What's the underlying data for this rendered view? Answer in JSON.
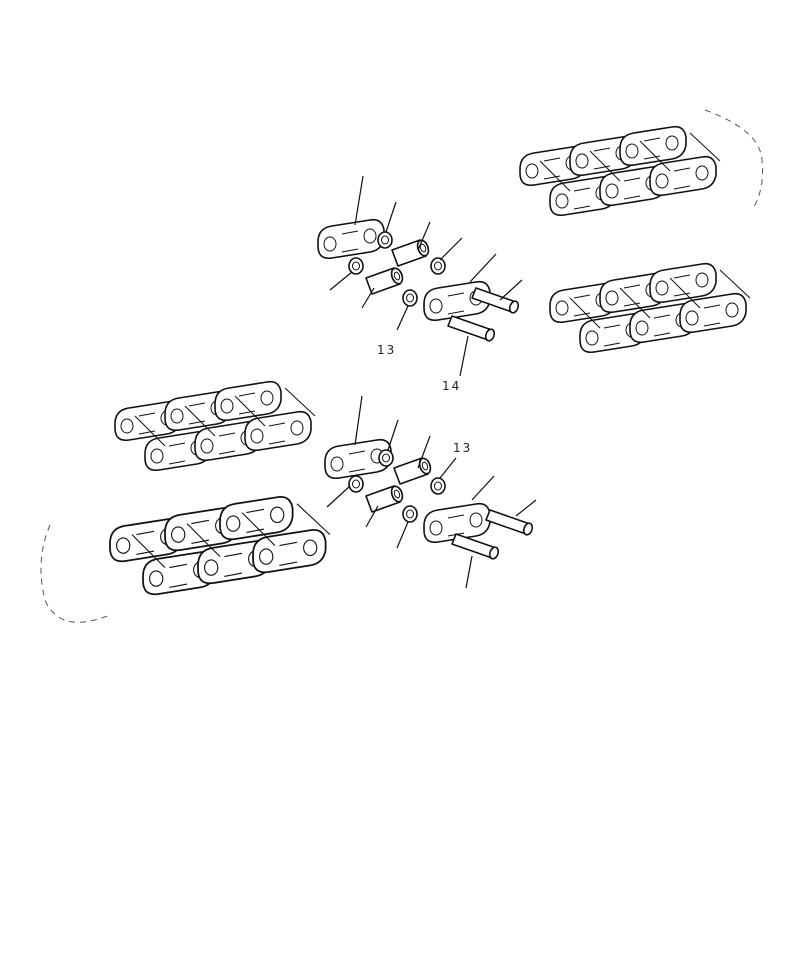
{
  "diagram": {
    "callouts": [
      {
        "id": "upper-bushing-seal",
        "label": "13"
      },
      {
        "id": "upper-pin",
        "label": "14"
      },
      {
        "id": "lower-seal",
        "label": "13"
      }
    ],
    "line_color": "#111111",
    "background": "#ffffff"
  }
}
